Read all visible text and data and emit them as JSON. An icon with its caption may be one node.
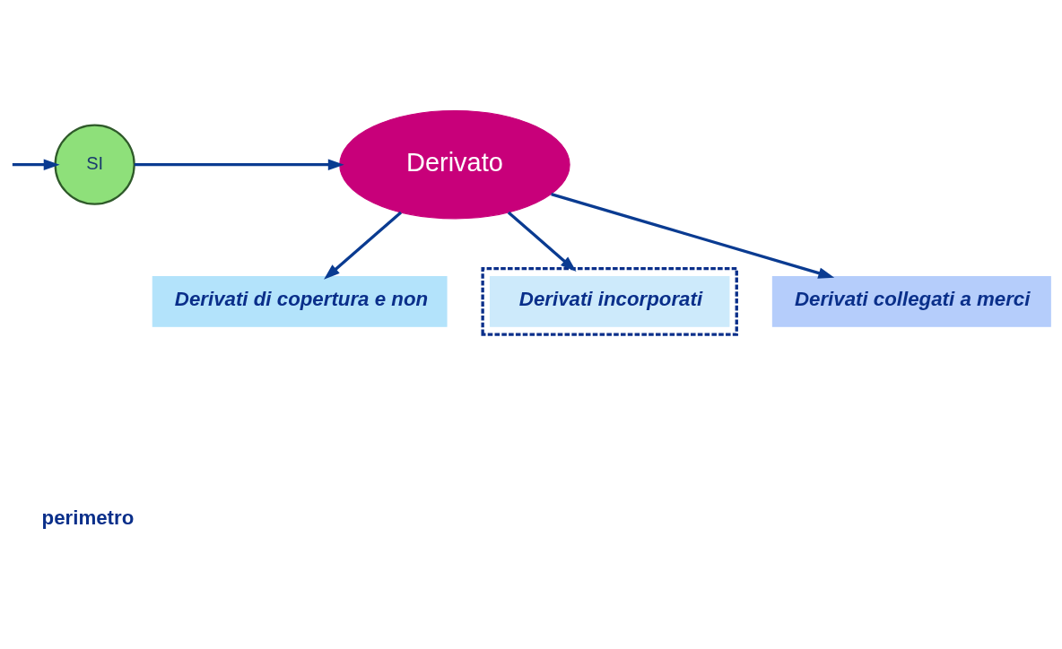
{
  "diagram": {
    "nodes": [
      {
        "text": [
          "SI"
        ]
      },
      {
        "text": [
          "Derivato"
        ]
      },
      {
        "text": [
          "Derivati di copertura e non"
        ]
      },
      {
        "text": [
          "Derivati collegati a merci"
        ]
      },
      {
        "text": [],
        "shape": "box"
      },
      {
        "text": [
          "Derivati incorporati"
        ],
        "in": 4
      }
    ],
    "edges": [
      {
        "from": null,
        "to": 0,
        "arrow": "to"
      },
      {
        "from": 0,
        "to": 1,
        "arrow": "to"
      },
      {
        "from": 1,
        "to": 2,
        "arrow": "to"
      },
      {
        "from": 1,
        "to": 4,
        "arrow": "to"
      },
      {
        "from": 1,
        "to": 3,
        "arrow": "to"
      }
    ],
    "labels": [
      "perimetro"
    ]
  }
}
